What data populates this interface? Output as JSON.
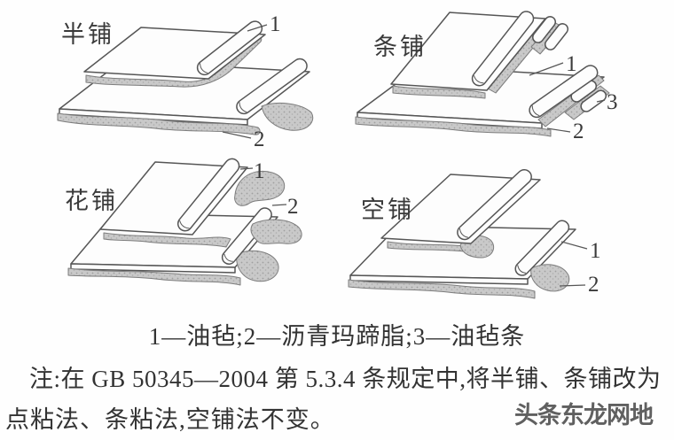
{
  "figure": {
    "panels": [
      {
        "title": "半铺",
        "labels": {
          "l1": "1",
          "l2": "2"
        }
      },
      {
        "title": "条铺",
        "labels": {
          "l1": "1",
          "l2": "2",
          "l3": "3"
        }
      },
      {
        "title": "花铺",
        "labels": {
          "l1": "1",
          "l2": "2"
        }
      },
      {
        "title": "空铺",
        "labels": {
          "l1": "1",
          "l2": "2"
        }
      }
    ],
    "legend": "1—油毡;2—沥青玛蹄脂;3—油毡条",
    "note": {
      "line1": "注:在 GB 50345—2004 第 5.3.4 条规定中,将半铺、条铺改为",
      "line2": "点粘法、条粘法,空铺法不变。"
    },
    "watermark": "头条东龙网地",
    "colors": {
      "line": "#565656",
      "mastic_base": "#c9c9c9",
      "mastic_dot": "#9f9f9f",
      "sheet": "#fdfdfd",
      "text": "#2e2e2e"
    }
  }
}
